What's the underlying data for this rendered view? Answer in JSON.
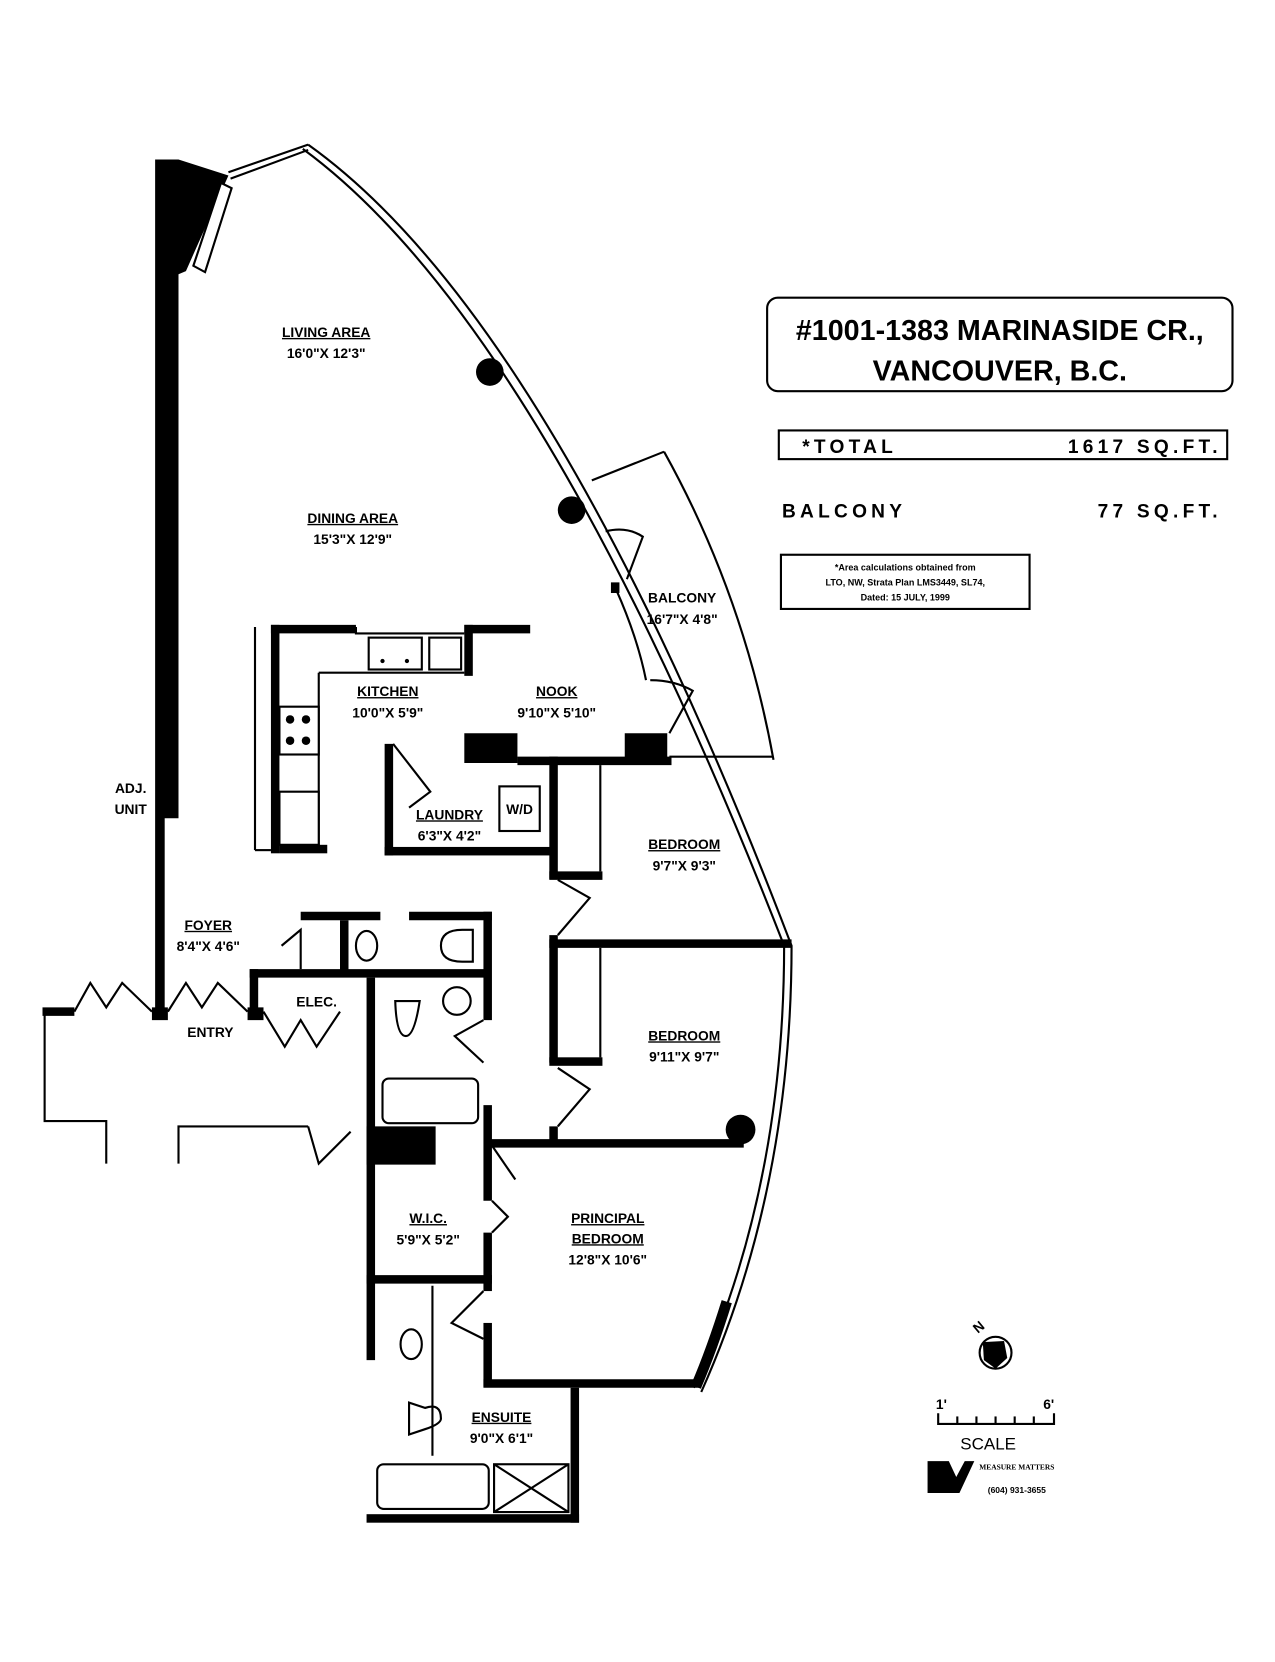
{
  "header": {
    "address_line1": "#1001-1383 MARINASIDE CR.,",
    "address_line2": "VANCOUVER, B.C."
  },
  "areas": {
    "total_label": "*TOTAL",
    "total_value": "1617 SQ.FT.",
    "balcony_label": "BALCONY",
    "balcony_value": "77 SQ.FT."
  },
  "note": {
    "line1": "*Area calculations obtained from",
    "line2": "LTO, NW, Strata Plan LMS3449, SL74,",
    "line3": "Dated: 15 JULY, 1999"
  },
  "rooms": {
    "living": {
      "name": "LIVING AREA",
      "size": "16'0\"X 12'3\""
    },
    "dining": {
      "name": "DINING AREA",
      "size": "15'3\"X 12'9\""
    },
    "kitchen": {
      "name": "KITCHEN",
      "size": "10'0\"X 5'9\""
    },
    "nook": {
      "name": "NOOK",
      "size": "9'10\"X 5'10\""
    },
    "balcony": {
      "name": "BALCONY",
      "size": "16'7\"X 4'8\""
    },
    "laundry": {
      "name": "LAUNDRY",
      "size": "6'3\"X 4'2\"",
      "appliance": "W/D"
    },
    "bedroom1": {
      "name": "BEDROOM",
      "size": "9'7\"X 9'3\""
    },
    "bedroom2": {
      "name": "BEDROOM",
      "size": "9'11\"X 9'7\""
    },
    "foyer": {
      "name": "FOYER",
      "size": "8'4\"X 4'6\""
    },
    "elec": {
      "name": "ELEC."
    },
    "entry": {
      "name": "ENTRY"
    },
    "adj_unit": {
      "line1": "ADJ.",
      "line2": "UNIT"
    },
    "wic": {
      "name": "W.I.C.",
      "size": "5'9\"X 5'2\""
    },
    "principal": {
      "name1": "PRINCIPAL",
      "name2": "BEDROOM",
      "size": "12'8\"X 10'6\""
    },
    "ensuite": {
      "name": "ENSUITE",
      "size": "9'0\"X 6'1\""
    }
  },
  "legend": {
    "north_label": "N",
    "scale_start": "1'",
    "scale_end": "6'",
    "scale_label": "SCALE",
    "company": "MEASURE MATTERS",
    "phone": "(604) 931-3655"
  }
}
